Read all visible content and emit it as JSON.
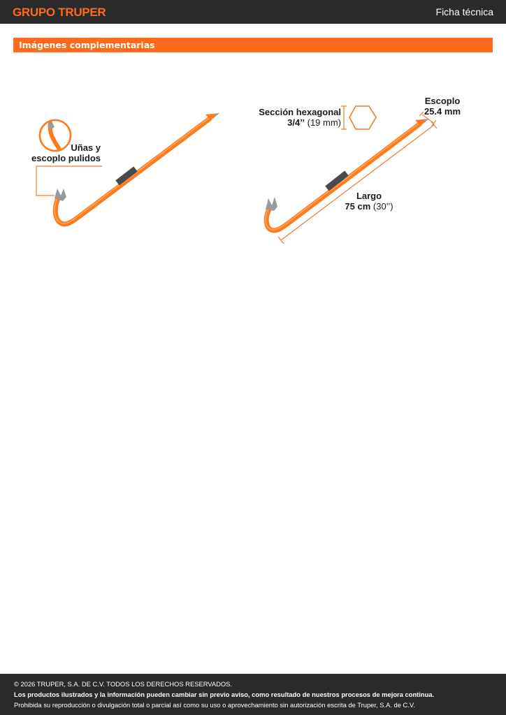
{
  "header": {
    "brand": "GRUPO TRUPER",
    "document_type": "Ficha técnica"
  },
  "section": {
    "title": "Imágenes complementarias"
  },
  "figure": {
    "left_callout": {
      "line1": "Uñas y",
      "line2": "escoplo pulidos"
    },
    "hex_callout": {
      "line1": "Sección hexagonal",
      "line2_strong": "3/4’’",
      "line2_rest": " (19 mm)"
    },
    "tip_callout": {
      "line1": "Escoplo",
      "line2": "25.4 mm"
    },
    "length_callout": {
      "line1": "Largo",
      "line2_strong": "75 cm",
      "line2_rest": " (30’’)"
    },
    "colors": {
      "bar": "#ff7a1a",
      "bar_dark": "#e85e00",
      "grip": "#4a4a4a",
      "tip": "#9a9a9a",
      "dimension": "#f07a2a"
    }
  },
  "footer": {
    "copyright": "© 2026 TRUPER, S.A. DE C.V. TODOS LOS DERECHOS RESERVADOS.",
    "notice": "Los productos ilustrados y la información pueden cambiar sin previo aviso, como resultado de nuestros procesos de mejora continua.",
    "prohibition": "Prohibida su reproducción o divulgación total o parcial así como su uso o aprovechamiento sin autorización escrita de Truper, S.A. de C.V."
  }
}
